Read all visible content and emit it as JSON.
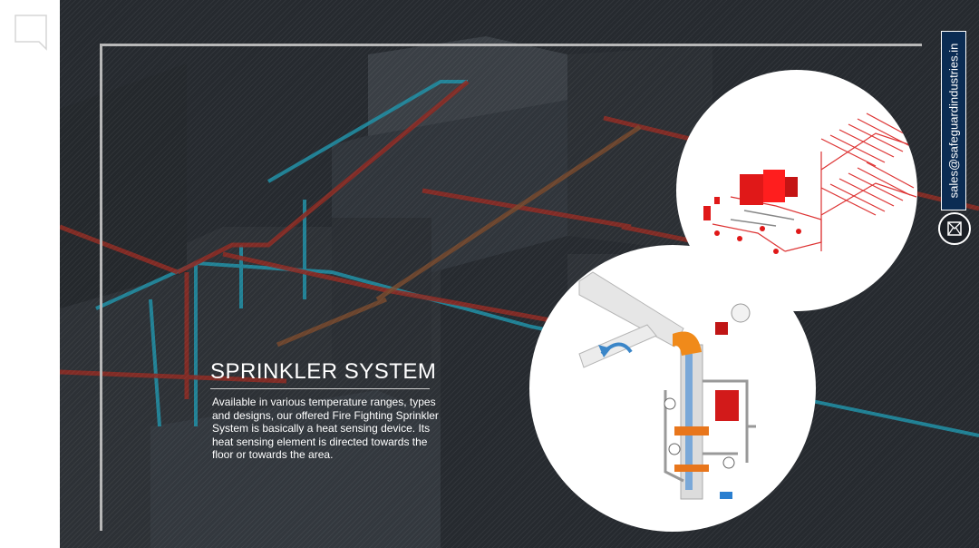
{
  "hero": {
    "heading": "SPRINKLER SYSTEM",
    "description": "Available in various temperature ranges, types and designs, our offered Fire Fighting Sprinkler System is basically a heat sensing device. Its heat sensing element is directed towards the floor or towards the area."
  },
  "contact": {
    "email": "sales@safeguardindustries.in"
  },
  "icons": {
    "chat": "chat-bubble-icon",
    "mail": "mail-icon"
  },
  "colors": {
    "background": "#262a2f",
    "pipe_red": "#8a2b24",
    "pipe_cyan": "#1f8fa6",
    "equipment_red": "#e01818",
    "tab_navy": "#0b2c53",
    "frame": "#b8b8b8"
  }
}
